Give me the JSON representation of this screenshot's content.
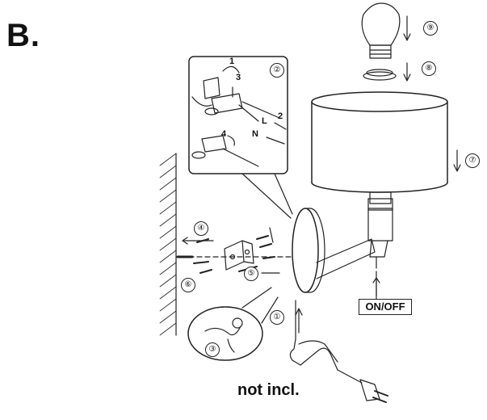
{
  "title": "B.",
  "switch_label": "ON/OFF",
  "note": "not incl.",
  "steps": [
    "①",
    "②",
    "③",
    "④",
    "⑤",
    "⑥",
    "⑦",
    "⑧",
    "⑨"
  ],
  "detail_numbers": [
    "1",
    "2",
    "3",
    "4"
  ],
  "wire_labels": {
    "live": "L",
    "neutral": "N"
  }
}
